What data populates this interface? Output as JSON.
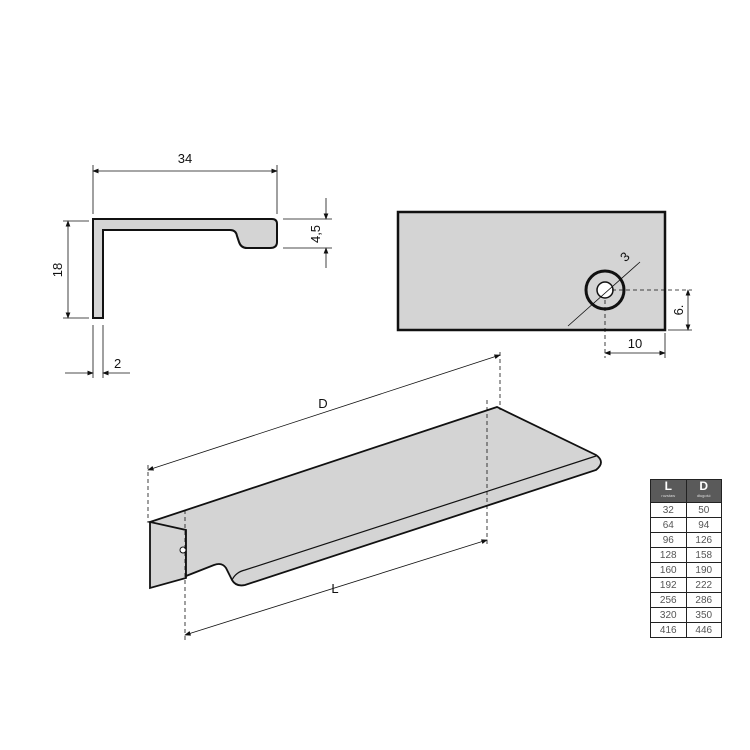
{
  "profile_view": {
    "width_label": "34",
    "height_label": "18",
    "thickness_label": "2",
    "lip_label": "4,5"
  },
  "hole_view": {
    "diameter_label": "3",
    "offset_vertical_label": "6.",
    "offset_horizontal_label": "10"
  },
  "iso_view": {
    "length_total_label": "D",
    "hole_spacing_label": "L"
  },
  "table": {
    "headers": [
      {
        "label": "L",
        "sub": "rozstaw"
      },
      {
        "label": "D",
        "sub": "długość"
      }
    ],
    "rows": [
      [
        "32",
        "50"
      ],
      [
        "64",
        "94"
      ],
      [
        "96",
        "126"
      ],
      [
        "128",
        "158"
      ],
      [
        "160",
        "190"
      ],
      [
        "192",
        "222"
      ],
      [
        "256",
        "286"
      ],
      [
        "320",
        "350"
      ],
      [
        "416",
        "446"
      ]
    ]
  },
  "colors": {
    "part_fill": "#d4d4d4",
    "outline": "#111111",
    "table_header": "#5a5a5a"
  }
}
